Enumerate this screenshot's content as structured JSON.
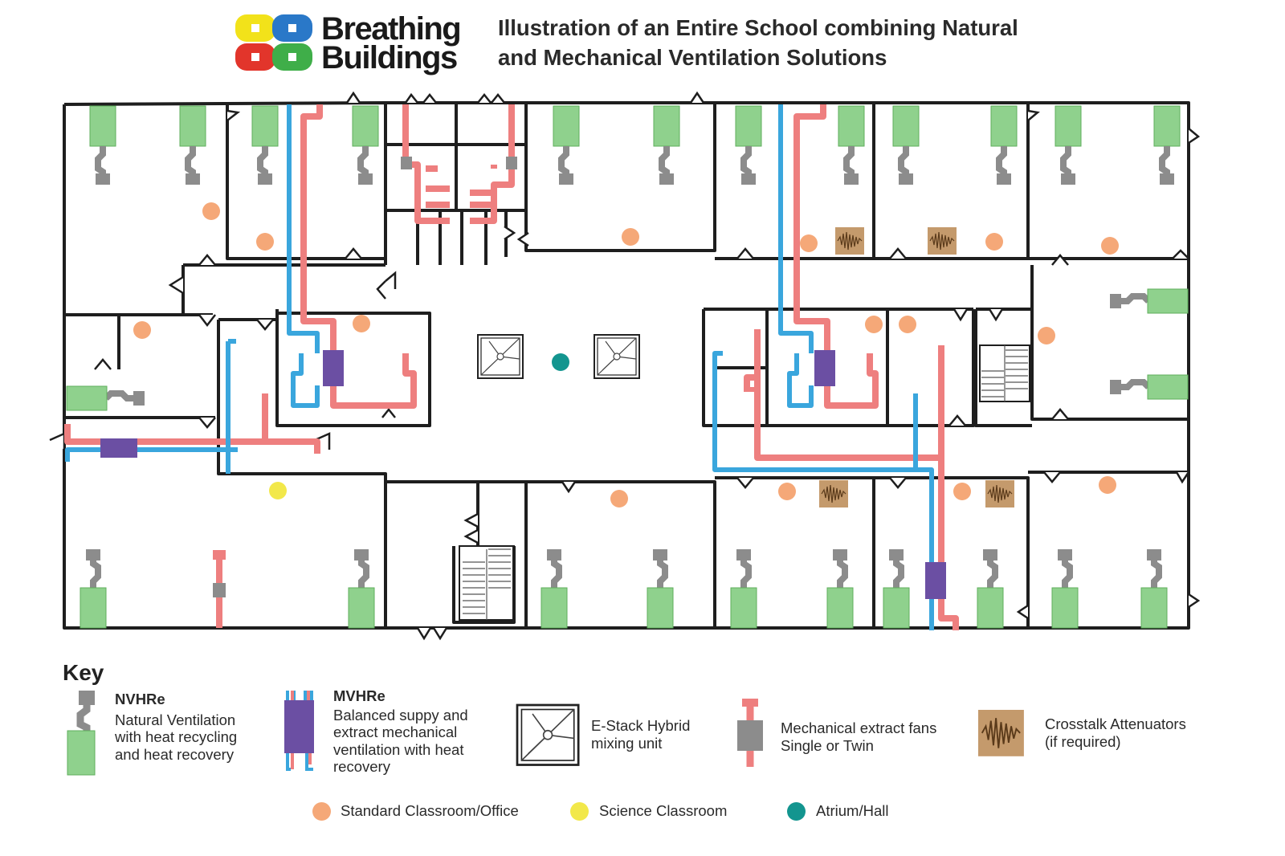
{
  "logo": {
    "line1": "Breathing",
    "line2": "Buildings",
    "colors": [
      "#f2e21a",
      "#2a78c8",
      "#e2352b",
      "#3fae49"
    ]
  },
  "title": {
    "line1": "Illustration of an Entire School combining Natural",
    "line2": "and Mechanical Ventilation Solutions"
  },
  "key": {
    "heading": "Key",
    "nvhre": {
      "name": "NVHRe",
      "line1": "Natural Ventilation",
      "line2": "with heat recycling",
      "line3": "and heat recovery",
      "icon": "nvhre-unit-icon"
    },
    "mvhre": {
      "name": "MVHRe",
      "line1": "Balanced suppy and",
      "line2": "extract mechanical",
      "line3": "ventilation with heat",
      "line4": "recovery",
      "icon": "mvhre-unit-icon"
    },
    "estack": {
      "line1": "E-Stack Hybrid",
      "line2": "mixing unit",
      "icon": "estack-icon"
    },
    "extract_fans": {
      "line1": "Mechanical extract fans",
      "line2": "Single or Twin",
      "icon": "extract-fan-icon"
    },
    "crosstalk": {
      "line1": "Crosstalk Attenuators",
      "line2": "(if required)",
      "icon": "crosstalk-attenuator-icon"
    }
  },
  "room_types": [
    {
      "label": "Standard Classroom/Office",
      "color": "#f5a878"
    },
    {
      "label": "Science Classroom",
      "color": "#f2e84a"
    },
    {
      "label": "Atrium/Hall",
      "color": "#13958f"
    }
  ],
  "colors": {
    "wall": "#1e1e1e",
    "nvhre_green": "#8fd18d",
    "nvhre_grey": "#8c8c8c",
    "supply_blue": "#3aa6dd",
    "extract_red": "#ee7f7f",
    "mvhre_purple": "#6b4fa3",
    "attenuator_brown": "#c49a6c"
  }
}
